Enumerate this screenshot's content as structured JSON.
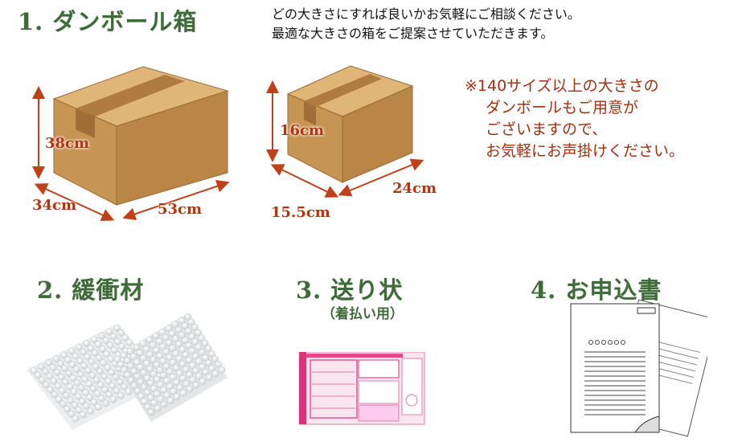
{
  "sections": {
    "box": {
      "title": "1. ダンボール箱",
      "intro_lines": [
        "どの大きさにすれば良いかお気軽にご相談ください。",
        "最適な大きさの箱をご提案させていただきます。"
      ],
      "large_box": {
        "height": "38cm",
        "depth": "34cm",
        "width": "53cm"
      },
      "small_box": {
        "height": "16cm",
        "depth": "15.5cm",
        "width": "24cm"
      },
      "note_mark": "※",
      "note_lines": [
        "140サイズ以上の大きさの",
        "ダンボールもご用意が",
        "ございますので、",
        "お気軽にお声掛けください。"
      ]
    },
    "cushion": {
      "title": "2. 緩衝材"
    },
    "waybill": {
      "title": "3. 送り状",
      "subtitle": "（着払い用）"
    },
    "application": {
      "title": "4. お申込書"
    }
  },
  "colors": {
    "heading": "#3f6a3a",
    "dimension": "#b23412",
    "note": "#a3300f",
    "cardboard": "#c9975a"
  }
}
